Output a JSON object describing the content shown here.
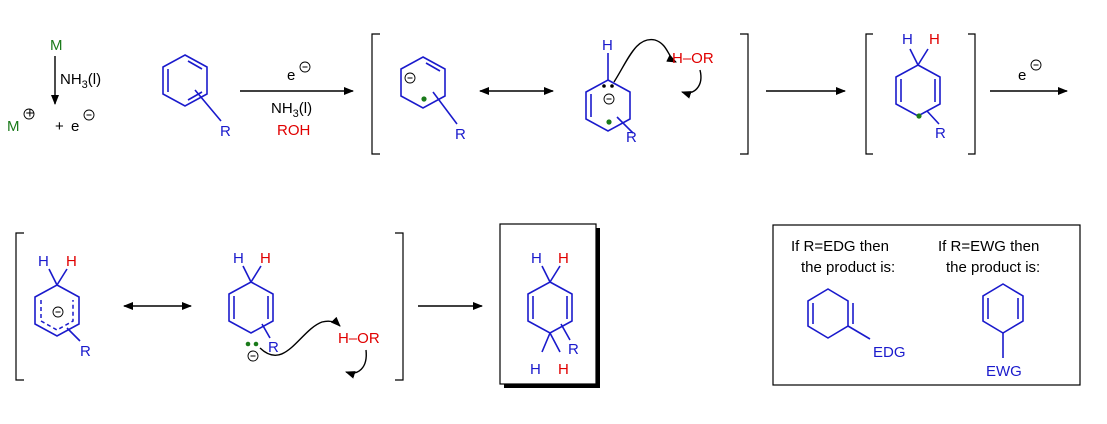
{
  "colors": {
    "ring": "#1a1acc",
    "hydrogen": "#e00000",
    "metal": "#1a7a1a",
    "reagent_red": "#e00000",
    "text": "#000000"
  },
  "step1": {
    "metal": "M",
    "solvent": "NH3(l)",
    "cation": "M",
    "plus": "+",
    "electron": "e"
  },
  "reagents": {
    "electron": "e",
    "solvent": "NH3(l)",
    "alcohol": "ROH"
  },
  "substituent": "R",
  "h_blue": "H",
  "h_red": "H",
  "proton_source": "H–OR",
  "product": {
    "h_top_left": "H",
    "h_top_right": "H",
    "h_bottom_left": "H",
    "h_bottom_right": "H"
  },
  "legend": {
    "edg_title_line1": "If  R=EDG then",
    "edg_title_line2": "the product is:",
    "ewg_title_line1": "If  R=EWG then",
    "ewg_title_line2": "the product is:",
    "edg_label": "EDG",
    "ewg_label": "EWG"
  }
}
